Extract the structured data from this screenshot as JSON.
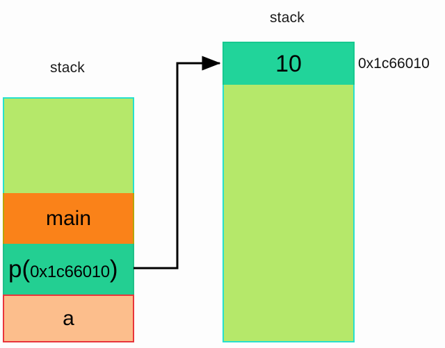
{
  "diagram": {
    "title_left": "stack",
    "title_right": "stack",
    "address_annotation": "0x1c66010",
    "colors": {
      "free_green": "#b5e86a",
      "cyan_border": "#25e0cd",
      "main_orange": "#fa8219",
      "pointer_teal": "#23cf92",
      "value_teal": "#21d49a",
      "a_peach": "#fcbe8c",
      "a_border_red": "#e8353b",
      "arrow_black": "#000000"
    }
  },
  "left_stack": {
    "label": "stack",
    "frames": [
      {
        "name": "free-space",
        "label": "",
        "fill": "#b5e86a"
      },
      {
        "name": "main-frame",
        "label": "main",
        "fill": "#fa8219"
      },
      {
        "name": "pointer-frame",
        "label_prefix": "p(",
        "label_address": "0x1c66010",
        "label_suffix": ")",
        "fill": "#23cf92"
      },
      {
        "name": "a-frame",
        "label": "a",
        "fill": "#fcbe8c"
      }
    ]
  },
  "right_stack": {
    "label": "stack",
    "address": "0x1c66010",
    "frames": [
      {
        "name": "value-frame",
        "label": "10",
        "fill": "#21d49a"
      },
      {
        "name": "free-space",
        "label": "",
        "fill": "#b5e86a"
      }
    ]
  },
  "arrow": {
    "name": "pointer-arrow",
    "from": "pointer-frame",
    "to": "value-frame"
  }
}
